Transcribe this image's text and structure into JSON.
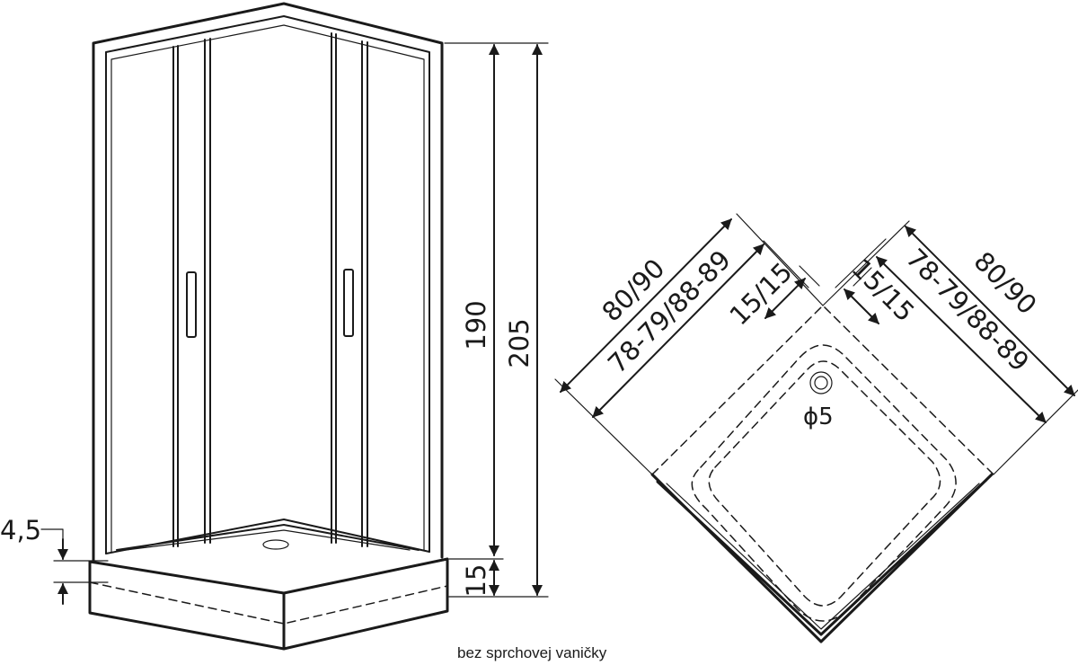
{
  "front_view": {
    "height_inner": "190",
    "height_total": "205",
    "tray_height": "15",
    "step_height": "4,5"
  },
  "top_view": {
    "outer_left": "80/90",
    "inner_left": "78-79/88-89",
    "offset_left": "15/15",
    "outer_right": "80/90",
    "inner_right": "78-79/88-89",
    "offset_right": "15/15",
    "drain": "ϕ5"
  },
  "caption": "bez sprchovej vaničky"
}
